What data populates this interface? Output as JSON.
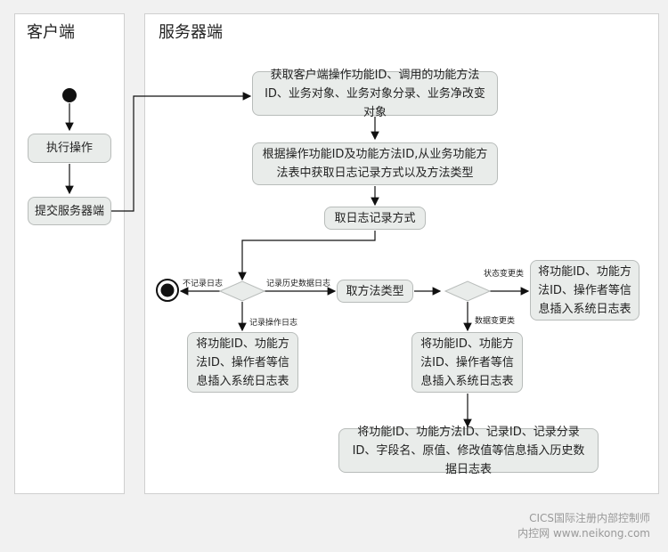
{
  "lanes": {
    "client": "客户端",
    "server": "服务器端"
  },
  "nodes": {
    "execute": "执行操作",
    "submit": "提交服务器端",
    "get_ids": "获取客户端操作功能ID、调用的功能方法ID、业务对象、业务对象分录、业务净改变对象",
    "get_log_mode": "根据操作功能ID及功能方法ID,从业务功能方法表中获取日志记录方式以及方法类型",
    "take_log_mode": "取日志记录方式",
    "take_method_type": "取方法类型",
    "insert_sys_log_state": "将功能ID、功能方法ID、操作者等信息插入系统日志表",
    "insert_sys_log_op": "将功能ID、功能方法ID、操作者等信息插入系统日志表",
    "insert_sys_log_data": "将功能ID、功能方法ID、操作者等信息插入系统日志表",
    "insert_history": "将功能ID、功能方法ID、记录ID、记录分录ID、字段名、原值、修改值等信息插入历史数据日志表"
  },
  "edge_labels": {
    "no_log": "不记录日志",
    "history_log": "记录历史数据日志",
    "op_log": "记录操作日志",
    "state_change": "状态变更类",
    "data_change": "数据变更类"
  },
  "watermark": {
    "line1": "CICS国际注册内部控制师",
    "line2": "内控网 www.neikong.com"
  }
}
